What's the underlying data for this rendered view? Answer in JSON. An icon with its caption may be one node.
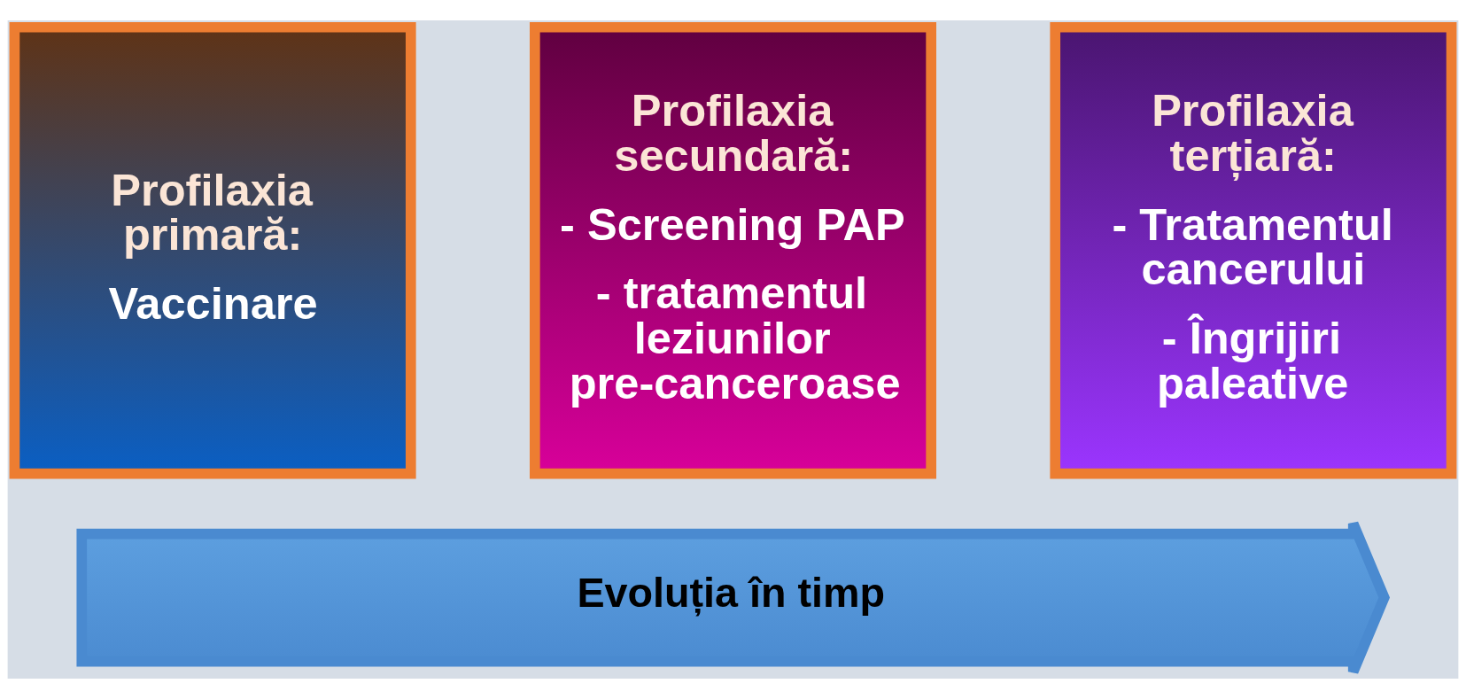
{
  "diagram": {
    "nodes": [
      {
        "text": [
          "Profilaxia primară:",
          "Vaccinare"
        ]
      },
      {
        "text": [
          "Profilaxia secundară:",
          "- Screening PAP",
          "- tratamentul leziunilor pre-canceroase"
        ]
      },
      {
        "text": [
          "Profilaxia terțiară:",
          "- Tratamentul cancerului",
          "- Îngrijiri paleative"
        ]
      },
      {
        "text": [
          "Evoluția în timp"
        ]
      }
    ],
    "edges": []
  }
}
